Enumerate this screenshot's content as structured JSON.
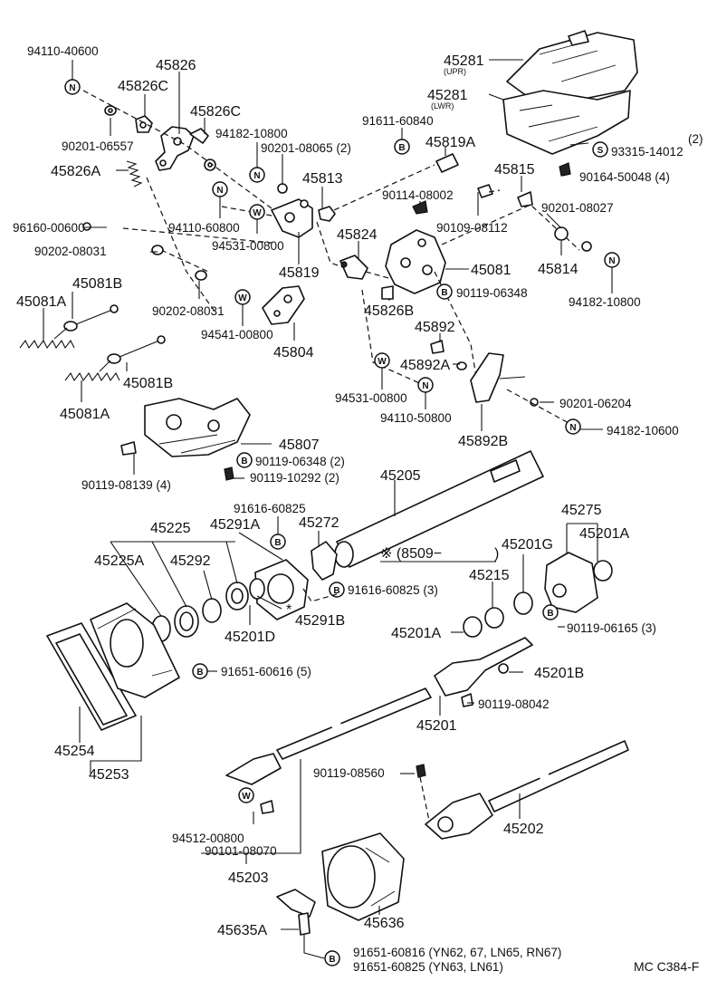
{
  "footer": {
    "code": "MC C384-F"
  },
  "symbols": {
    "nut": "N",
    "bolt": "B",
    "washer": "W",
    "screw": "S"
  },
  "labels": {
    "l_94110_40600": "94110-40600",
    "l_45826": "45826",
    "l_45826C_a": "45826C",
    "l_45826C_b": "45826C",
    "l_90201_06557": "90201-06557",
    "l_45826A": "45826A",
    "l_94182_10800_a": "94182-10800",
    "l_90201_08065": "90201-08065 (2)",
    "l_91611_60840": "91611-60840",
    "l_45819A": "45819A",
    "l_45813": "45813",
    "l_94110_60800": "94110-60800",
    "l_94531_00800_a": "94531-00800",
    "l_45819": "45819",
    "l_96160_00600": "96160-00600",
    "l_90202_08031_a": "90202-08031",
    "l_90202_08031_b": "90202-08031",
    "l_45081B_a": "45081B",
    "l_45081A_a": "45081A",
    "l_45081B_b": "45081B",
    "l_45081A_b": "45081A",
    "l_94541_00800": "94541-00800",
    "l_45804": "45804",
    "l_45824": "45824",
    "l_90114_08002": "90114-08002",
    "l_45815": "45815",
    "l_90109_08112": "90109-08112",
    "l_90201_08027": "90201-08027",
    "l_45081": "45081",
    "l_45814": "45814",
    "l_90119_06348_a": "90119-06348",
    "l_94182_10800_b": "94182-10800",
    "l_45826B": "45826B",
    "l_45892": "45892",
    "l_45892A": "45892A",
    "l_94531_00800_b": "94531-00800",
    "l_94110_50800": "94110-50800",
    "l_90201_06204": "90201-06204",
    "l_94182_10600": "94182-10600",
    "l_45892B": "45892B",
    "l_45281_upr": "45281",
    "l_upr": "(UPR)",
    "l_45281_lwr": "45281",
    "l_lwr": "(LWR)",
    "l_93315_qty": "(2)",
    "l_93315_14012": "93315-14012",
    "l_90164_50048": "90164-50048 (4)",
    "l_45807": "45807",
    "l_90119_06348_b": "90119-06348 (2)",
    "l_90119_10292": "90119-10292 (2)",
    "l_90119_08139": "90119-08139 (4)",
    "l_45205": "45205",
    "l_91616_60825_a": "91616-60825",
    "l_45291A": "45291A",
    "l_45272": "45272",
    "l_45225": "45225",
    "l_45225A": "45225A",
    "l_45292": "45292",
    "l_8509": "※ (8509−",
    "l_8509_close": ")",
    "l_91616_60825_b": "91616-60825 (3)",
    "l_45291B": "45291B",
    "l_45201D": "45201D",
    "l_45215": "45215",
    "l_45201G": "45201G",
    "l_45275": "45275",
    "l_45201A_a": "45201A",
    "l_90119_06165": "90119-06165 (3)",
    "l_45201A_b": "45201A",
    "l_45201B": "45201B",
    "l_91651_60616": "91651-60616 (5)",
    "l_90119_08042": "90119-08042",
    "l_45201": "45201",
    "l_45254": "45254",
    "l_45253": "45253",
    "l_90119_08560": "90119-08560",
    "l_45202": "45202",
    "l_94512_00800": "94512-00800",
    "l_90101_08070": "90101-08070",
    "l_45203": "45203",
    "l_45636": "45636",
    "l_45635A": "45635A",
    "l_91651_60816": "91651-60816 (YN62, 67, LN65, RN67)",
    "l_91651_60825": "91651-60825 (YN63, LN61)",
    "l_asterisk": "*"
  }
}
